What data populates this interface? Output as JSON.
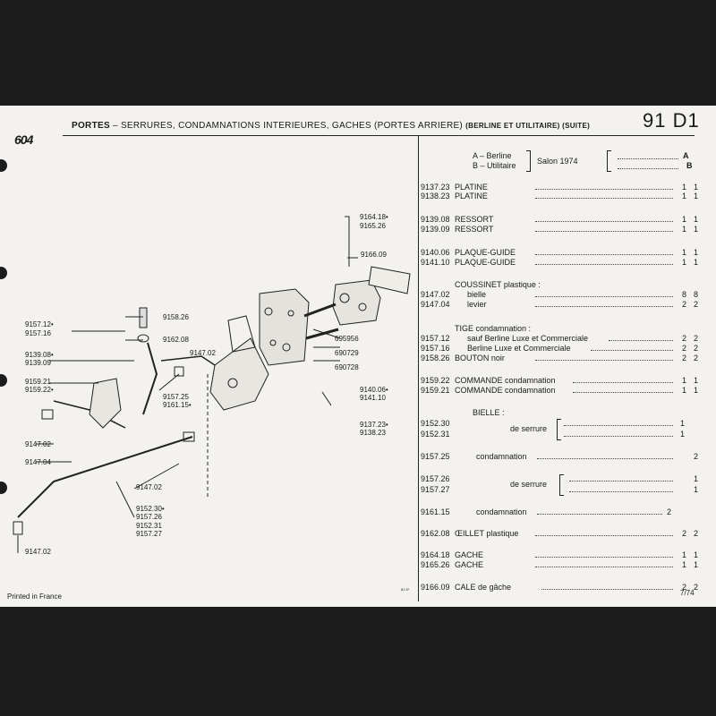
{
  "header": {
    "title_bold": "PORTES",
    "title_rest": " – SERRURES, CONDAMNATIONS INTERIEURES, GACHES (PORTES ARRIERE)",
    "title_small": "(BERLINE ET UTILITAIRE) (SUITE)",
    "page_code": "91 D1",
    "model_logo": "604"
  },
  "legend": {
    "a": "A – Berline",
    "b": "B – Utilitaire",
    "salon": "Salon 1974",
    "col_a": "A",
    "col_b": "B"
  },
  "parts": [
    {
      "ref": "9137.23",
      "name": "PLATINE",
      "q1": "1",
      "q2": "1"
    },
    {
      "ref": "9138.23",
      "name": "PLATINE",
      "q1": "1",
      "q2": "1"
    },
    {
      "ref": "9139.08",
      "name": "RESSORT",
      "q1": "1",
      "q2": "1"
    },
    {
      "ref": "9139.09",
      "name": "RESSORT",
      "q1": "1",
      "q2": "1"
    },
    {
      "ref": "9140.06",
      "name": "PLAQUE-GUIDE",
      "q1": "1",
      "q2": "1"
    },
    {
      "ref": "9141.10",
      "name": "PLAQUE-GUIDE",
      "q1": "1",
      "q2": "1"
    },
    {
      "ref": "9147.02",
      "name": "bielle",
      "q1": "8",
      "q2": "8"
    },
    {
      "ref": "9147.04",
      "name": "levier",
      "q1": "2",
      "q2": "2"
    },
    {
      "ref": "9157.12",
      "name": "sauf Berline Luxe et Commerciale",
      "q1": "2",
      "q2": "2"
    },
    {
      "ref": "9157.16",
      "name": "Berline Luxe et Commerciale",
      "q1": "2",
      "q2": "2"
    },
    {
      "ref": "9158.26",
      "name": "BOUTON noir",
      "q1": "2",
      "q2": "2"
    },
    {
      "ref": "9159.22",
      "name": "COMMANDE condamnation",
      "q1": "1",
      "q2": "1"
    },
    {
      "ref": "9159.21",
      "name": "COMMANDE condamnation",
      "q1": "1",
      "q2": "1"
    },
    {
      "ref": "9152.30",
      "name": "",
      "q1": "",
      "q2": "1"
    },
    {
      "ref": "9152.31",
      "name": "",
      "q1": "",
      "q2": "1"
    },
    {
      "ref": "9157.25",
      "name": "condamnation",
      "q1": "",
      "q2": "2"
    },
    {
      "ref": "9157.26",
      "name": "",
      "q1": "",
      "q2": "1"
    },
    {
      "ref": "9157.27",
      "name": "",
      "q1": "",
      "q2": "1"
    },
    {
      "ref": "9161.15",
      "name": "condamnation",
      "q1": "2",
      "q2": ""
    },
    {
      "ref": "9162.08",
      "name": "ŒILLET plastique",
      "q1": "2",
      "q2": "2"
    },
    {
      "ref": "9164.18",
      "name": "GACHE",
      "q1": "1",
      "q2": "1"
    },
    {
      "ref": "9165.26",
      "name": "GACHE",
      "q1": "1",
      "q2": "1"
    },
    {
      "ref": "9166.09",
      "name": "CALE de gâche",
      "q1": "2",
      "q2": "2"
    }
  ],
  "groups": {
    "coussinet": "COUSSINET plastique :",
    "tige": "TIGE condamnation :",
    "bielle": "BIELLE :",
    "de_serrure_1": "de serrure",
    "de_serrure_2": "de serrure"
  },
  "callouts": {
    "c1": "9164.18•",
    "c2": "9165.26",
    "c3": "9166.09",
    "c4": "9158.26",
    "c5": "9162.08",
    "c6": "9147.02",
    "c7": "695956",
    "c8": "690729",
    "c9": "690728",
    "c10": "9157.12•",
    "c11": "9157.16",
    "c12": "9139.08•",
    "c13": "9139.09",
    "c14": "9159.21",
    "c15": "9159.22•",
    "c16": "9157.25",
    "c17": "9161.15•",
    "c18": "9140.06•",
    "c19": "9141.10",
    "c20": "9137.23•",
    "c21": "9138.23",
    "c22": "9147.02",
    "c23": "9147.04",
    "c24": "9147.02",
    "c25": "9152.30•",
    "c26": "9157.26",
    "c27": "9152.31",
    "c28": "9157.27",
    "c29": "9147.02"
  },
  "footer": {
    "printed": "Printed in France",
    "page": "7/74",
    "code": "81 5*"
  }
}
